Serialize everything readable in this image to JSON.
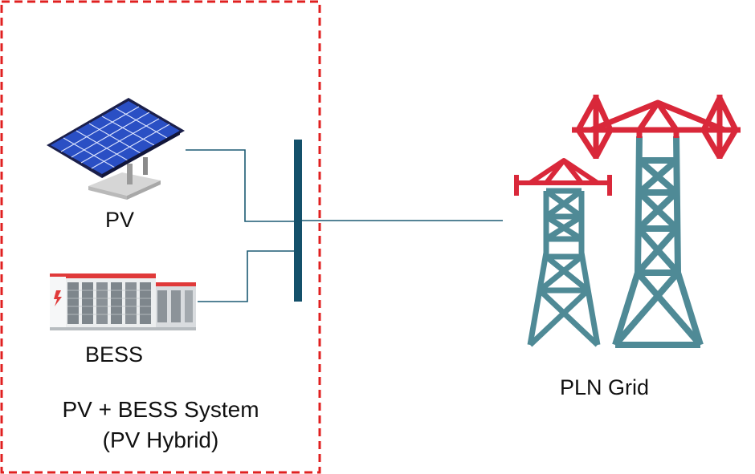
{
  "labels": {
    "pv": "PV",
    "bess": "BESS",
    "grid": "PLN Grid",
    "system_title": "PV + BESS System",
    "system_subtitle": "(PV Hybrid)"
  },
  "icons": {
    "solar_panel": "solar-panel-icon",
    "battery_storage": "battery-storage-icon",
    "transmission_tower": "transmission-tower-icon"
  },
  "colors": {
    "boundary": "#e02020",
    "busbar": "#14506a",
    "wire": "#1c5a73",
    "tower_body": "#4f8a96",
    "tower_crossarm": "#d9283a",
    "panel_blue": "#1e3aa8",
    "panel_frame": "#1b1f4a"
  }
}
